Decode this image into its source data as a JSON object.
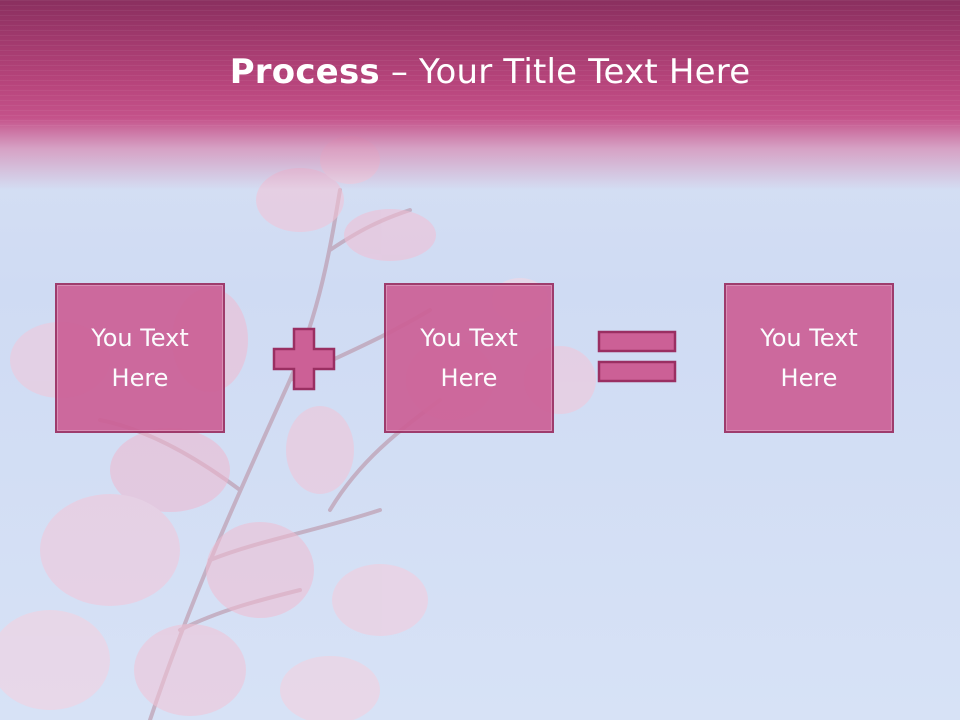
{
  "slide": {
    "title_bold": "Process",
    "title_rest": " – Your Title Text Here",
    "steps": [
      {
        "line1": "You Text",
        "line2": "Here"
      },
      {
        "line1": "You Text",
        "line2": "Here"
      },
      {
        "line1": "You Text",
        "line2": "Here"
      }
    ],
    "operators": [
      "plus-icon",
      "equals-icon"
    ]
  },
  "colors": {
    "header": "#b8457c",
    "box_fill": "#cc6096",
    "box_border": "#9a2f62",
    "sky": "#d2ddf4"
  }
}
